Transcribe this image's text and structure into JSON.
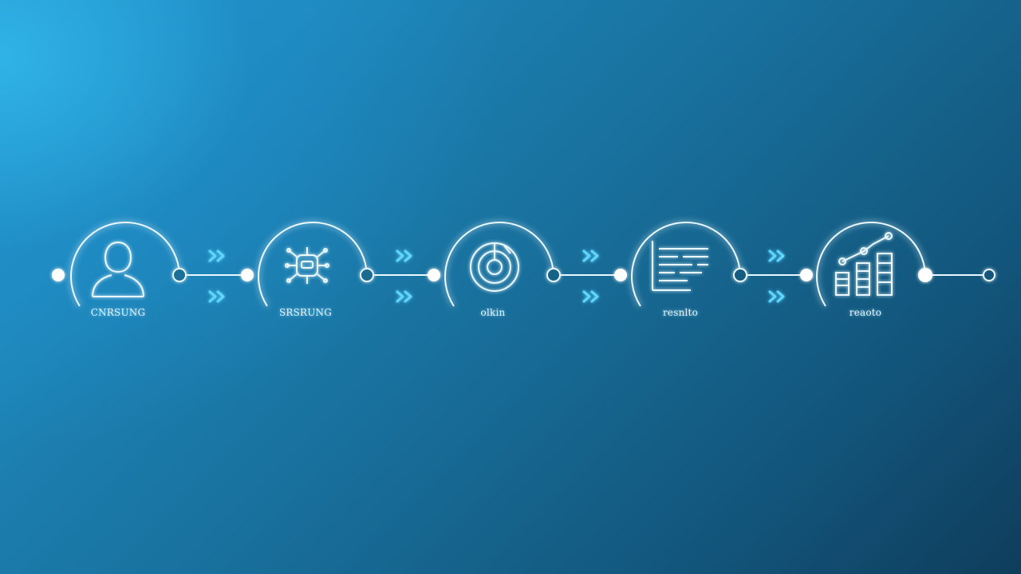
{
  "colors": {
    "line": "#eaf8ff",
    "glow": "#7fe3ff",
    "chevron": "#5fd7ff",
    "background_light": "#30b4e8",
    "background_dark": "#0f3d5c"
  },
  "steps": [
    {
      "label": "CNRSUNG",
      "icon": "person-icon"
    },
    {
      "label": "SRSRUNG",
      "icon": "robot-chip-icon"
    },
    {
      "label": "olkin",
      "icon": "target-dial-icon"
    },
    {
      "label": "resnlto",
      "icon": "data-list-icon"
    },
    {
      "label": "reaoto",
      "icon": "growth-bar-chart-icon"
    }
  ]
}
